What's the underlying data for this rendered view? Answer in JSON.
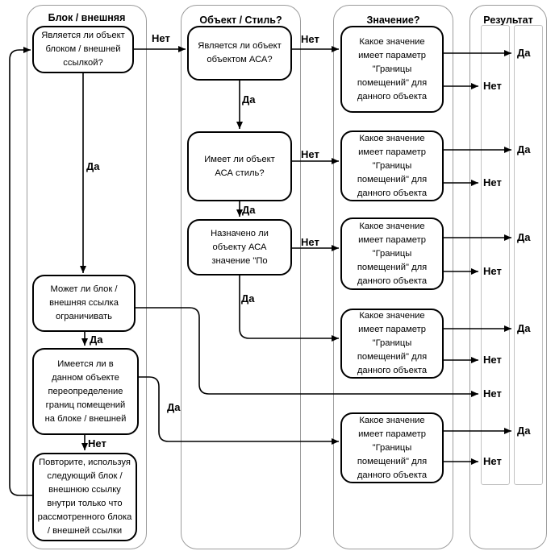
{
  "lanes": [
    {
      "title": "Блок / внешняя\nссылка?"
    },
    {
      "title": "Объект / Стиль?"
    },
    {
      "title": "Значение?"
    },
    {
      "title": "Результат"
    }
  ],
  "nodes": {
    "a1": "Является ли объект\nблоком / внешней\nссылкой?",
    "a2": "Может ли блок /\nвнешняя ссылка\nограничивать",
    "a3": "Имеется ли в\nданном объекте\nпереопределение\nграниц помещений\nна блоке / внешней",
    "a4": "Повторите, используя\nследующий блок /\nвнешнюю ссылку\nвнутри только что\nрассмотренного блока\n/ внешней ссылки",
    "b1": "Является ли объект\nобъектом АСА?",
    "b2": "Имеет ли объект\nАСА стиль?",
    "b3": "Назначено ли\nобъекту АСА\nзначение \"По",
    "c1": "Какое значение\nимеет параметр\n\"Границы\nпомещений\" для\nданного объекта",
    "c2": "Какое значение\nимеет параметр\n\"Границы\nпомещений\" для\nданного объекта",
    "c3": "Какое значение\nимеет параметр\n\"Границы\nпомещений\" для\nданного объекта",
    "c4": "Какое значение\nимеет параметр\n\"Границы\nпомещений\" для\nданного объекта",
    "c5": "Какое значение\nимеет параметр\n\"Границы\nпомещений\" для\nданного объекта"
  },
  "edge_labels": {
    "a1_no": "Нет",
    "a1_yes": "Да",
    "a2_yes": "Да",
    "a3_yes": "Да",
    "a3_no": "Нет",
    "b1_no": "Нет",
    "b1_yes": "Да",
    "b2_no": "Нет",
    "b2_yes": "Да",
    "b3_no": "Нет",
    "b3_yes": "Да"
  },
  "result_labels": {
    "c1_yes": "Да",
    "c1_no": "Нет",
    "c2_yes": "Да",
    "c2_no": "Нет",
    "c3_yes": "Да",
    "c3_no": "Нет",
    "c4_yes": "Да",
    "c4_no": "Нет",
    "a2_no": "Нет",
    "c5_yes": "Да",
    "c5_no": "Нет"
  }
}
